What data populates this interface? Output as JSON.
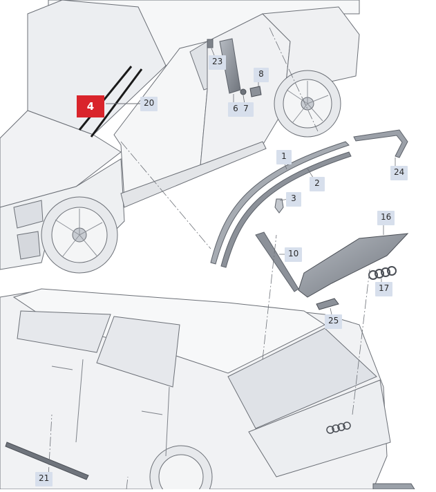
{
  "section_marker": "4",
  "callouts": {
    "c1": "1",
    "c2": "2",
    "c3": "3",
    "c6": "6",
    "c7": "7",
    "c8": "8",
    "c10": "10",
    "c16": "16",
    "c17": "17",
    "c20": "20",
    "c21": "21",
    "c23": "23",
    "c24": "24",
    "c25": "25"
  },
  "colors": {
    "line": "#6b6f76",
    "body_fill": "#f3f4f6",
    "part_fill": "#9aa0a8",
    "part_dark": "#5c6169",
    "label_bg": "#d7dfec",
    "marker": "#d9242b"
  }
}
